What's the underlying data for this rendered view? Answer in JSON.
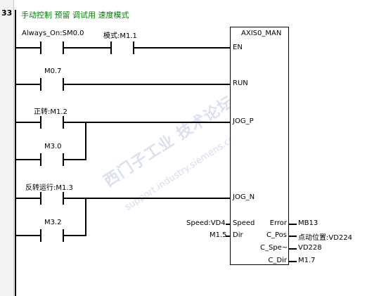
{
  "network": {
    "number": "33",
    "comment": "手动控制  预留 调试用  速度模式"
  },
  "contacts": {
    "always_on": "Always_On:SM0.0",
    "mode": "模式:M1.1",
    "m07": "M0.7",
    "forward": "正转:M1.2",
    "m30": "M3.0",
    "reverse": "反转运行:M1.3",
    "m32": "M3.2"
  },
  "block": {
    "title": "AXIS0_MAN",
    "inputs": [
      "EN",
      "RUN",
      "JOG_P",
      "JOG_N",
      "Speed",
      "Dir"
    ],
    "input_operands": {
      "speed": "Speed:VD4",
      "dir": "M1.5"
    },
    "outputs": [
      "Error",
      "C_Pos",
      "C_Spe~",
      "C_Dir"
    ],
    "output_operands": [
      "MB13",
      "点动位置:VD224",
      "VD228",
      "M1.7"
    ]
  },
  "watermark": {
    "text": "西门子工业  技术论坛",
    "url": "support.industry.siemens.com/cs"
  }
}
